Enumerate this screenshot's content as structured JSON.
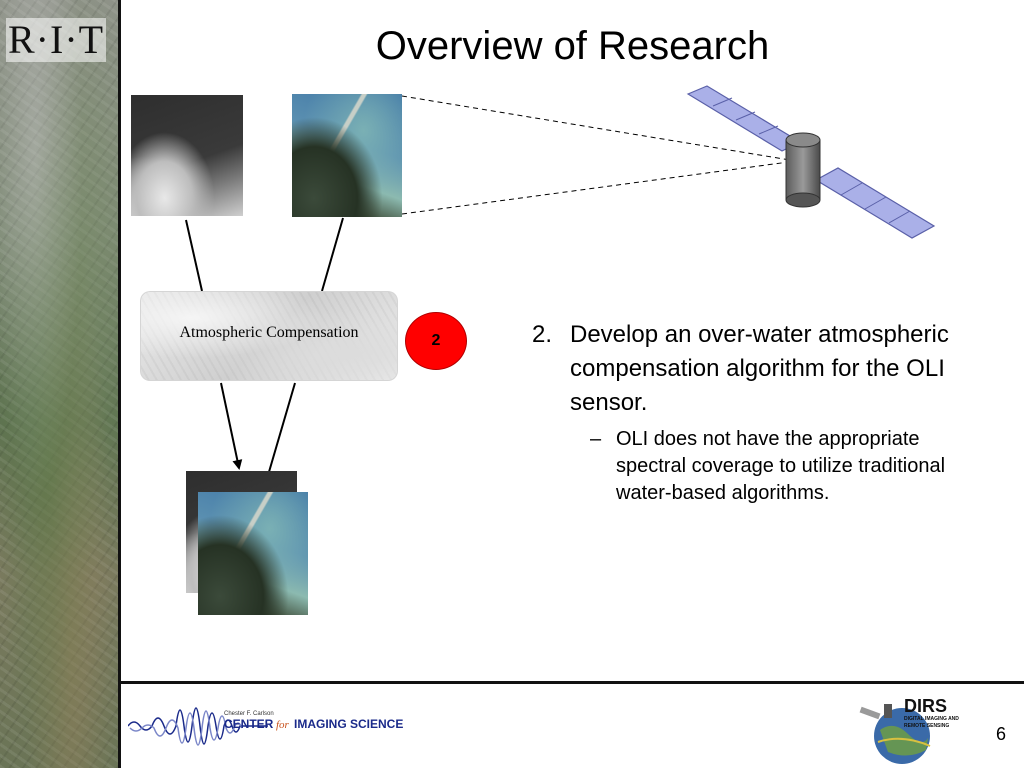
{
  "slide": {
    "title": "Overview of Research",
    "page_number": "6"
  },
  "branding": {
    "rit_logo": "R·I·T",
    "cis_small": "Chester F. Carlson",
    "cis_center": "CENTER",
    "cis_for": "for",
    "cis_rest": "IMAGING SCIENCE",
    "dirs_title": "DIRS",
    "dirs_line1": "DIGITAL IMAGING AND",
    "dirs_line2": "REMOTE SENSING"
  },
  "diagram": {
    "process_label": "Atmospheric Compensation",
    "step_badge": "2",
    "step_badge_color": "#ff0000"
  },
  "bullets": {
    "main_num": "2.",
    "main_text": "Develop an over-water atmospheric compensation algorithm for the OLI sensor.",
    "sub_dash": "–",
    "sub_text": "OLI does not have the appropriate spectral coverage to utilize traditional water-based algorithms."
  }
}
